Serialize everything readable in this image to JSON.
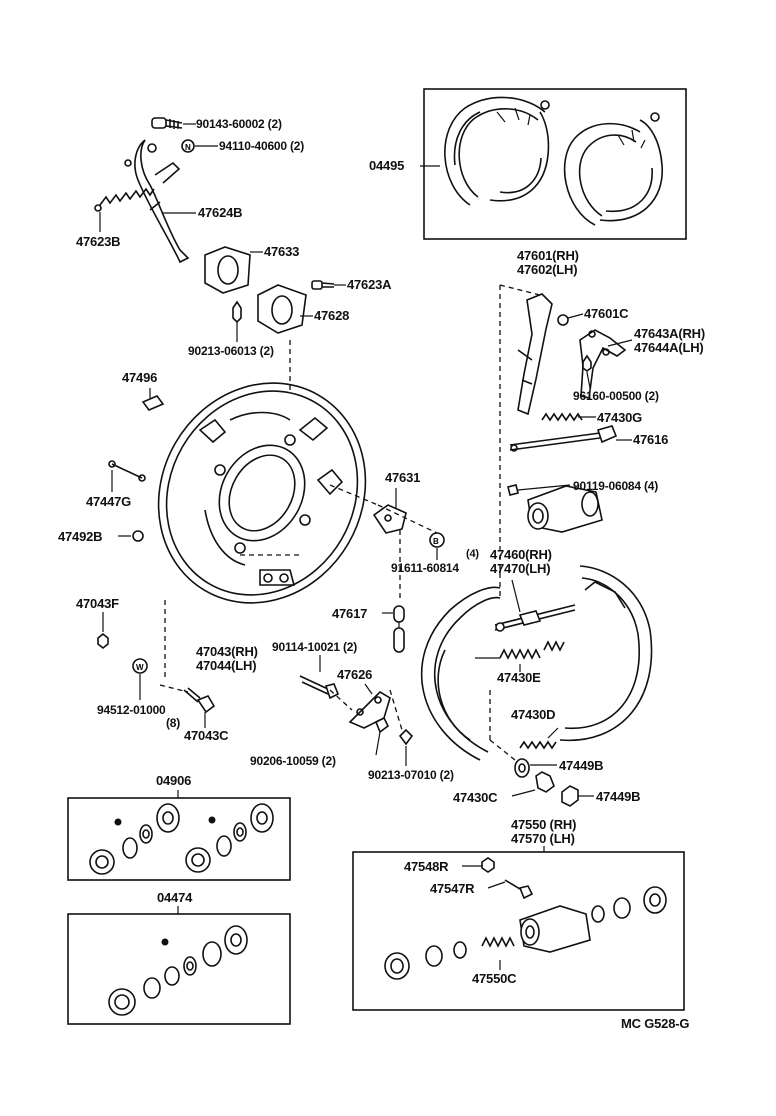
{
  "labels": {
    "p90143": "90143-60002 (2)",
    "p94110": "94110-40600 (2)",
    "p47624B": "47624B",
    "p47623B": "47623B",
    "p47633": "47633",
    "p47623A": "47623A",
    "p47628": "47628",
    "p90213_06013": "90213-06013 (2)",
    "p47496": "47496",
    "p47447G": "47447G",
    "p47492B": "47492B",
    "p47043F": "47043F",
    "p47043": "47043(RH)",
    "p47044": "47044(LH)",
    "p94512": "94512-01000",
    "p94512q": "(8)",
    "p47043C": "47043C",
    "p04495": "04495",
    "p47601": "47601(RH)",
    "p47602": "47602(LH)",
    "p47601C": "47601C",
    "p47643A": "47643A(RH)",
    "p47644A": "47644A(LH)",
    "p96160": "96160-00500 (2)",
    "p47430G": "47430G",
    "p47616": "47616",
    "p90119": "90119-06084 (4)",
    "p47631": "47631",
    "p91611": "91611-60814",
    "p4q": "(4)",
    "p47460": "47460(RH)",
    "p47470": "47470(LH)",
    "p47617": "47617",
    "p90114": "90114-10021 (2)",
    "p47626": "47626",
    "p47430E": "47430E",
    "p47430D": "47430D",
    "p90206": "90206-10059 (2)",
    "p90213_07010": "90213-07010 (2)",
    "p47449B_a": "47449B",
    "p47430C": "47430C",
    "p47449B_b": "47449B",
    "p04906": "04906",
    "p04474": "04474",
    "p47550": "47550 (RH)",
    "p47570": "47570 (LH)",
    "p47548R": "47548R",
    "p47547R": "47547R",
    "p47550C": "47550C",
    "code": "MC  G528-G"
  }
}
